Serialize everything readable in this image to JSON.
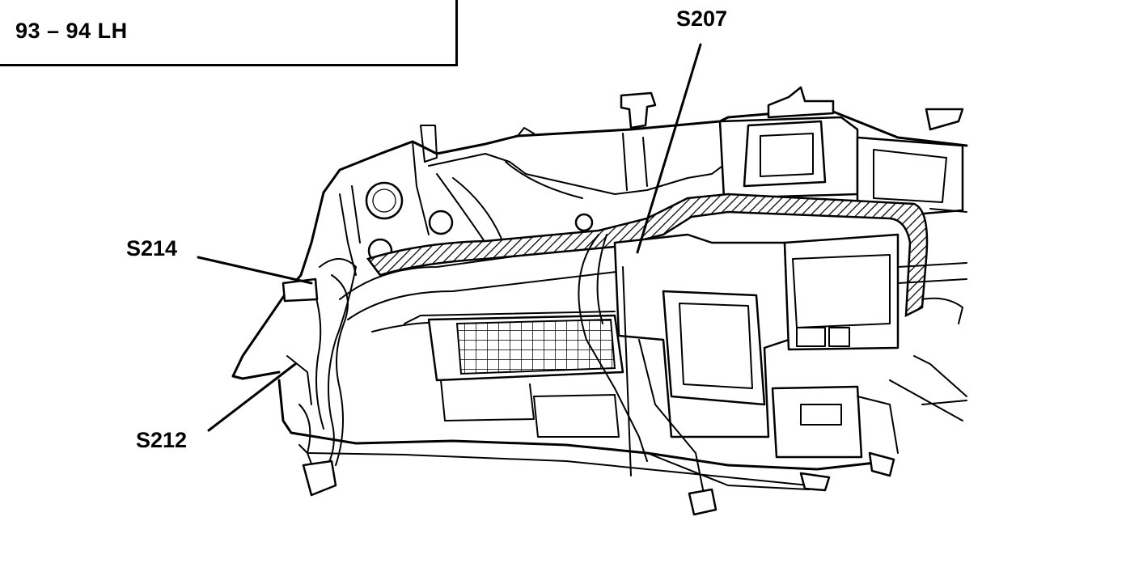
{
  "title": "93 – 94 LH",
  "callouts": {
    "s207": "S207",
    "s214": "S214",
    "s212": "S212"
  }
}
